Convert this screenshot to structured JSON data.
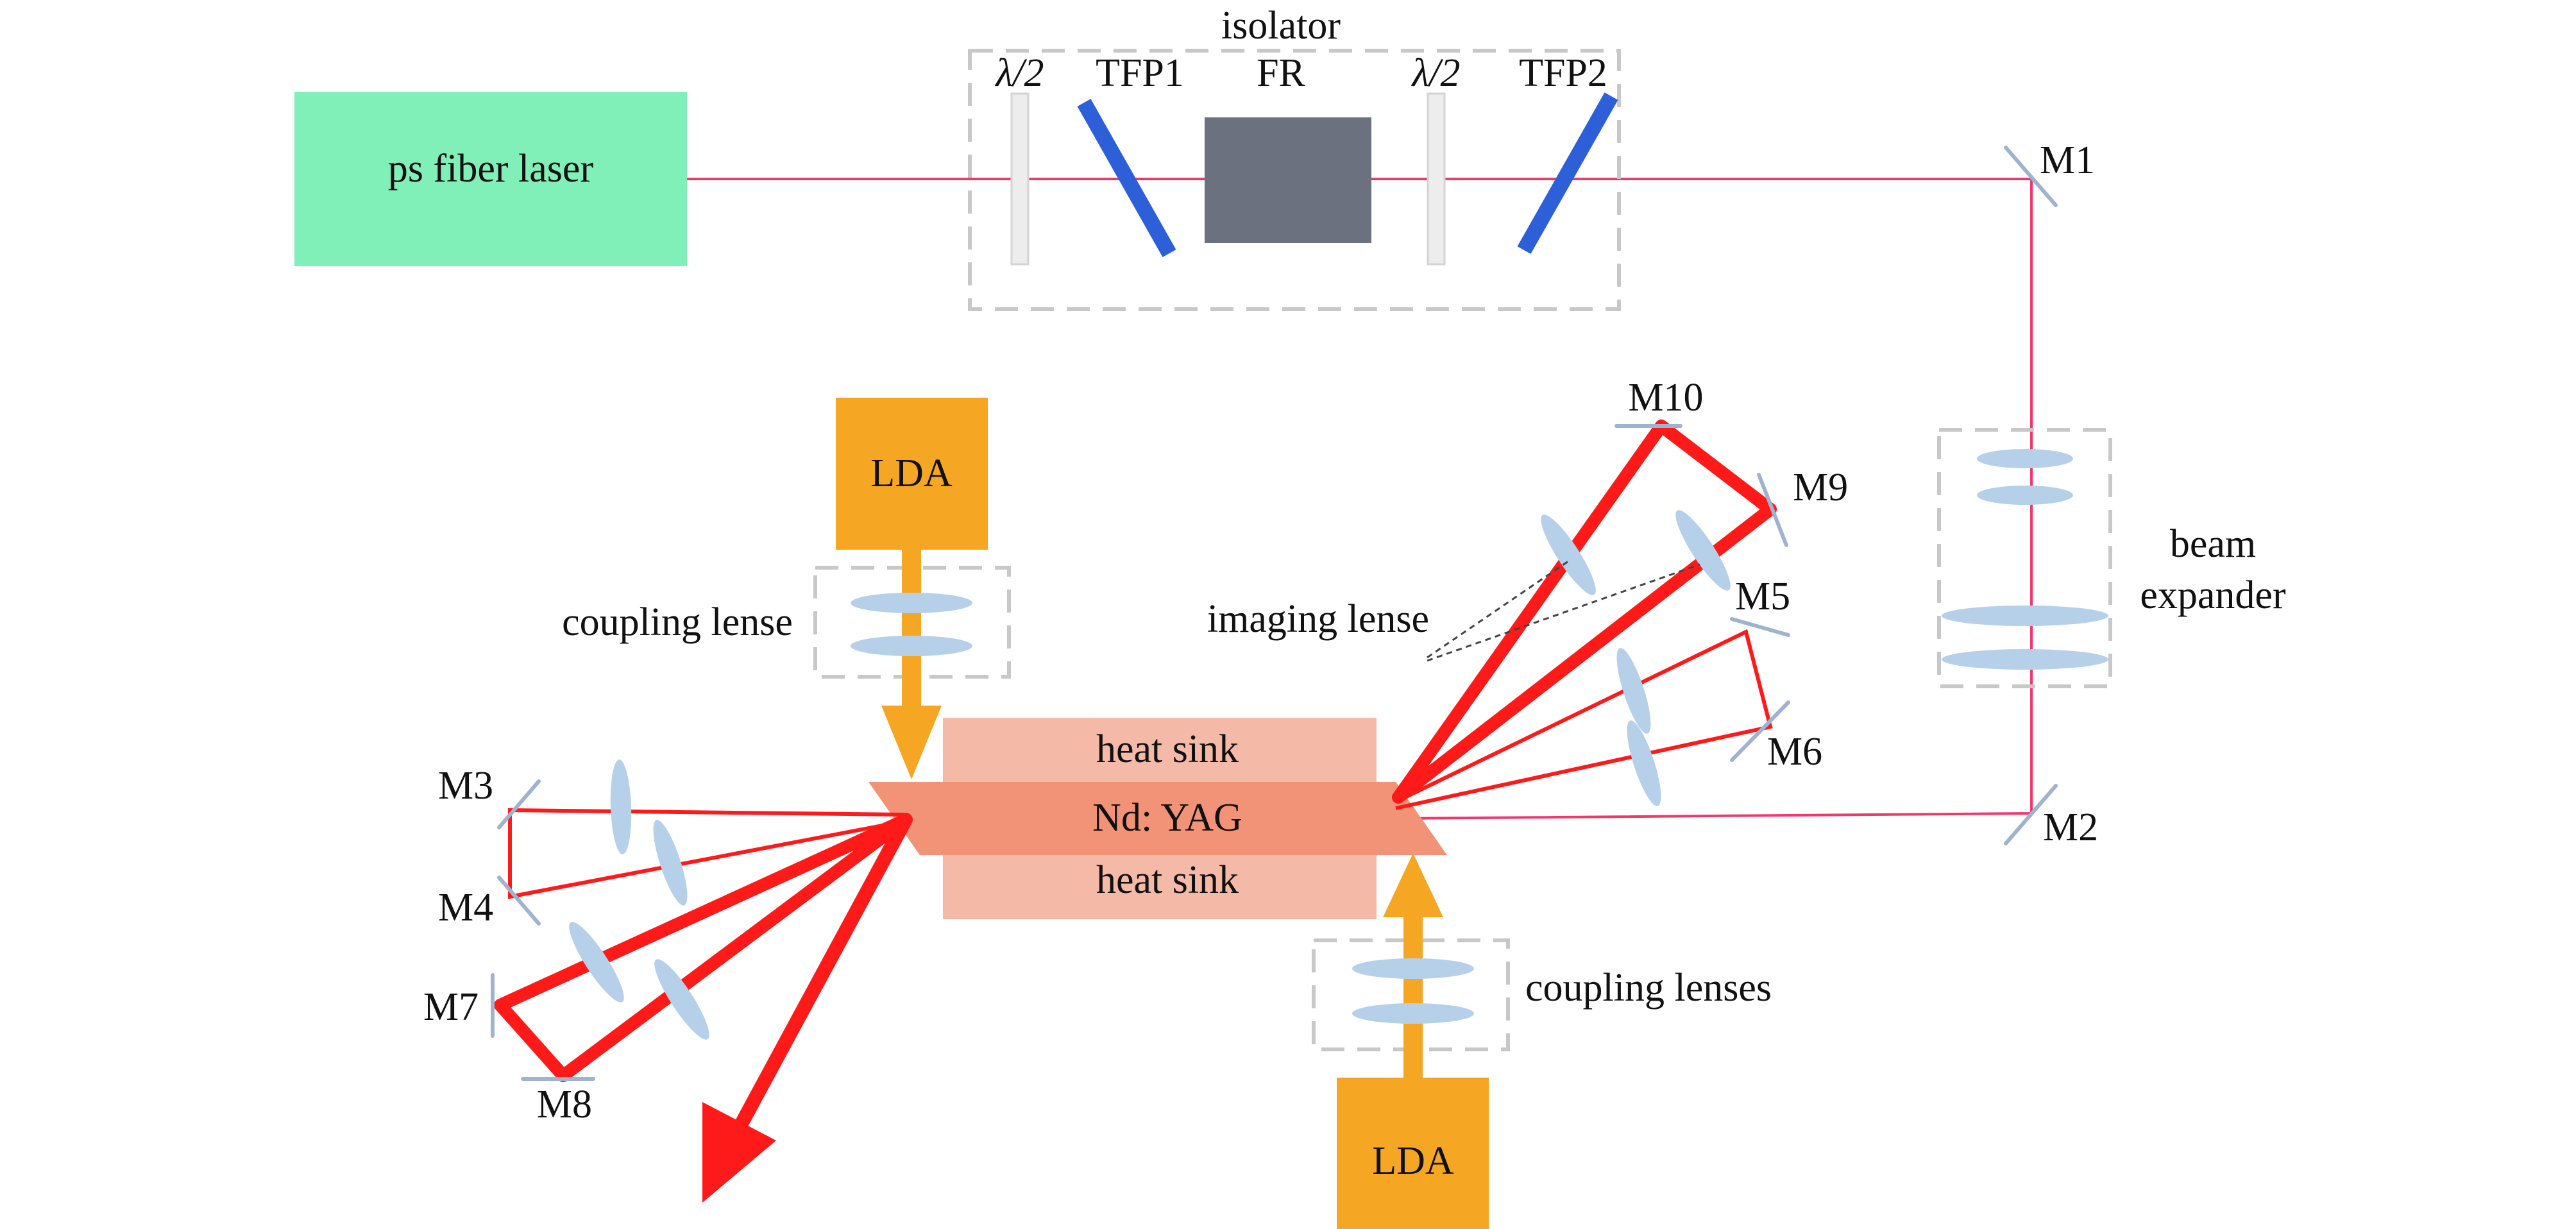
{
  "colors": {
    "fiber_laser_fill": "#80efb8",
    "lda_fill": "#f5a623",
    "pump_arrow": "#f5a623",
    "heat_sink_fill": "#f5b9a8",
    "crystal_fill": "#f29377",
    "faraday_rotator_fill": "#6b717f",
    "tfp_fill": "#2d5fd8",
    "waveplate_fill": "#ededed",
    "weak_beam": "#ee3a6a",
    "strong_beam": "#ff1a1a",
    "lens_fill": "#b6d0ea",
    "mirror": "#9fb3cf",
    "dashed_box": "#c8c8c8"
  },
  "labels": {
    "laser": "ps fiber laser",
    "isolator": "isolator",
    "waveplate_1": "λ/2",
    "tfp1": "TFP1",
    "fr": "FR",
    "waveplate_2": "λ/2",
    "tfp2": "TFP2",
    "m1": "M1",
    "m2": "M2",
    "m3": "M3",
    "m4": "M4",
    "m5": "M5",
    "m6": "M6",
    "m7": "M7",
    "m8": "M8",
    "m9": "M9",
    "m10": "M10",
    "lda_top": "LDA",
    "lda_bottom": "LDA",
    "coupling_lense": "coupling lense",
    "coupling_lenses": "coupling lenses",
    "imaging_lense": "imaging lense",
    "beam_expander_line1": "beam",
    "beam_expander_line2": "expander",
    "heat_sink_top": "heat sink",
    "crystal": "Nd: YAG",
    "heat_sink_bottom": "heat sink"
  }
}
